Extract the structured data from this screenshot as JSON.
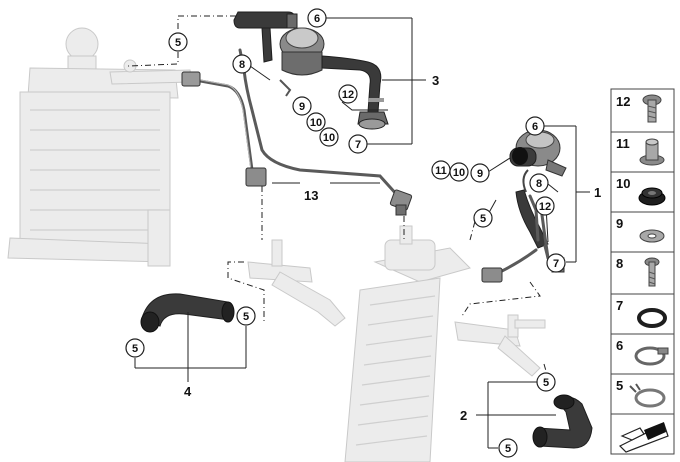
{
  "callouts": {
    "c5_top": "5",
    "c6_top": "6",
    "c8_top": "8",
    "c9_top": "9",
    "c10_top_a": "10",
    "c10_top_b": "10",
    "c12_top": "12",
    "c7_top": "7",
    "c6_right": "6",
    "c11_mid": "11",
    "c10_mid": "10",
    "c9_mid": "9",
    "c8_right": "8",
    "c12_right": "12",
    "c7_right": "7",
    "c5_mid": "5",
    "c5_left_a": "5",
    "c5_left_b": "5",
    "c5_bottom_a": "5",
    "c5_bottom_b": "5"
  },
  "parts": {
    "p3": "3",
    "p13": "13",
    "p1": "1",
    "p4": "4",
    "p2": "2"
  },
  "panel": {
    "items": [
      {
        "number": "12",
        "icon": "bolt-flange-icon"
      },
      {
        "number": "11",
        "icon": "sleeve-washer-icon"
      },
      {
        "number": "10",
        "icon": "rubber-grommet-icon"
      },
      {
        "number": "9",
        "icon": "washer-icon"
      },
      {
        "number": "8",
        "icon": "bolt-icon"
      },
      {
        "number": "7",
        "icon": "o-ring-icon"
      },
      {
        "number": "6",
        "icon": "hose-clamp-icon"
      },
      {
        "number": "5",
        "icon": "spring-clamp-icon"
      }
    ],
    "footer_icon": "arrow-plate-icon"
  }
}
